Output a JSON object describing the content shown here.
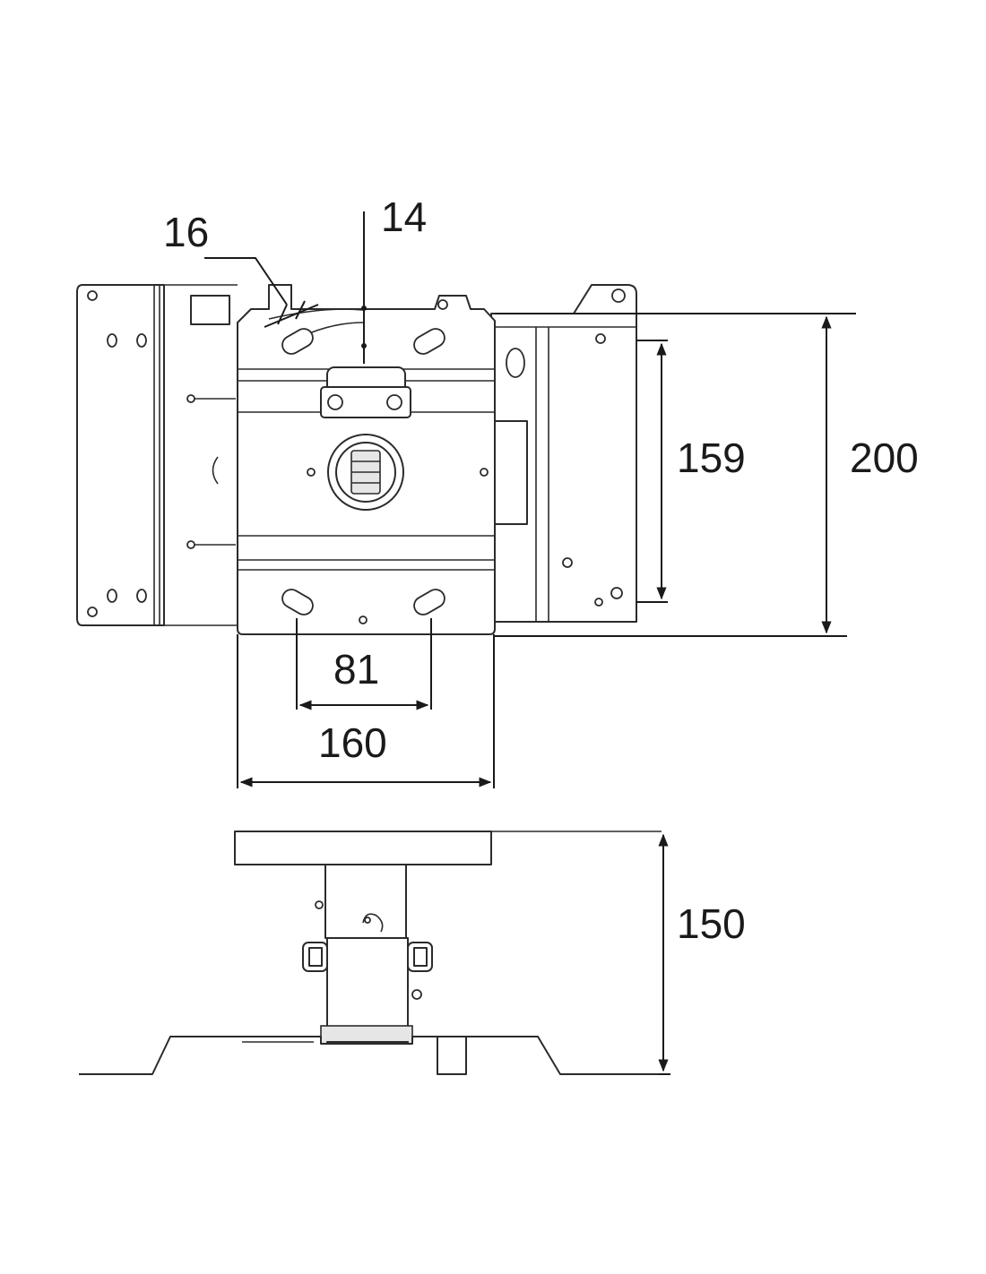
{
  "colors": {
    "line": "#2b2b2b",
    "background": "#ffffff"
  },
  "dimensions": {
    "slot_width": {
      "label": "16"
    },
    "slot_offset": {
      "label": "14"
    },
    "inner_height": {
      "label": "159"
    },
    "outer_height": {
      "label": "200"
    },
    "hole_spacing": {
      "label": "81"
    },
    "plate_width": {
      "label": "160"
    },
    "mount_height": {
      "label": "150"
    }
  }
}
